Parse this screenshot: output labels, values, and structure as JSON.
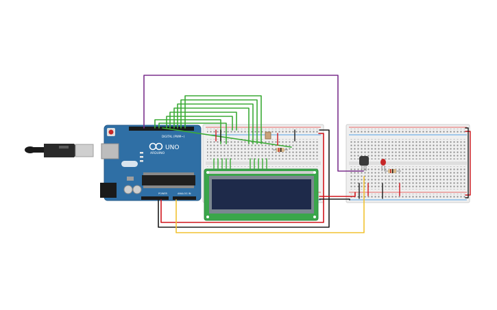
{
  "arduino": {
    "logo_text": "UNO",
    "brand_text": "ARDUINO",
    "digital_header_label": "DIGITAL (PWM~)",
    "power_header_label": "POWER",
    "analog_header_label": "ANALOG IN"
  },
  "lcd": {
    "display_text": ""
  },
  "colors": {
    "purple_wire": "#7a2f8c",
    "green_wire": "#3aaa35",
    "red_wire": "#d0141a",
    "black_wire": "#1a1a1a",
    "yellow_wire": "#f2c230",
    "arduino_board": "#2f6fa5",
    "breadboard": "#efefef",
    "lcd_pcb": "#3aa64a",
    "lcd_screen": "#1e2a4a",
    "resistor_body": "#d9b98a",
    "led_red": "#c62828",
    "sensor_body": "#3a3a3a"
  },
  "components": [
    {
      "name": "arduino-uno"
    },
    {
      "name": "usb-cable"
    },
    {
      "name": "breadboard-left"
    },
    {
      "name": "breadboard-right"
    },
    {
      "name": "lcd-16x2"
    },
    {
      "name": "resistor-left"
    },
    {
      "name": "resistor-right"
    },
    {
      "name": "potentiometer"
    },
    {
      "name": "temperature-sensor"
    },
    {
      "name": "red-led"
    }
  ]
}
